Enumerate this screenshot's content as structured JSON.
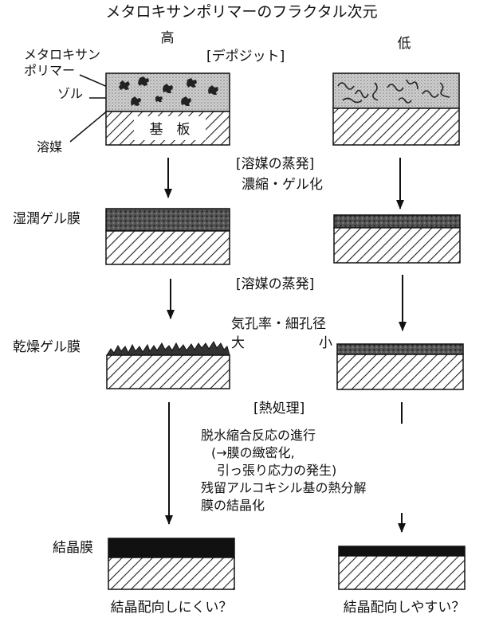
{
  "title": "メタロキサンポリマーのフラクタル次元",
  "columns": {
    "left": "高",
    "right": "低"
  },
  "stage_labels": {
    "deposit": "[デポジット]",
    "evaporation1": "[溶媒の蒸発]",
    "evaporation1_sub": "濃縮・ゲル化",
    "evaporation2": "[溶媒の蒸発]",
    "porosity": "気孔率・細孔径",
    "porosity_high": "大",
    "porosity_low": "小",
    "heat": "[熱処理]"
  },
  "heat_steps": [
    "脱水縮合反応の進行",
    "(→膜の緻密化,",
    "引っ張り応力の発生)",
    "残留アルコキシル基の熱分解",
    "膜の結晶化"
  ],
  "left_labels": {
    "polymer": "メタロキサン",
    "polymer2": "ポリマー",
    "sol": "ゾル",
    "solvent": "溶媒",
    "substrate": "基　板",
    "wet_gel": "湿潤ゲル膜",
    "dry_gel": "乾燥ゲル膜",
    "crystal": "結晶膜"
  },
  "bottom": {
    "left": "結晶配向しにくい？",
    "right": "結晶配向しやすい？"
  }
}
